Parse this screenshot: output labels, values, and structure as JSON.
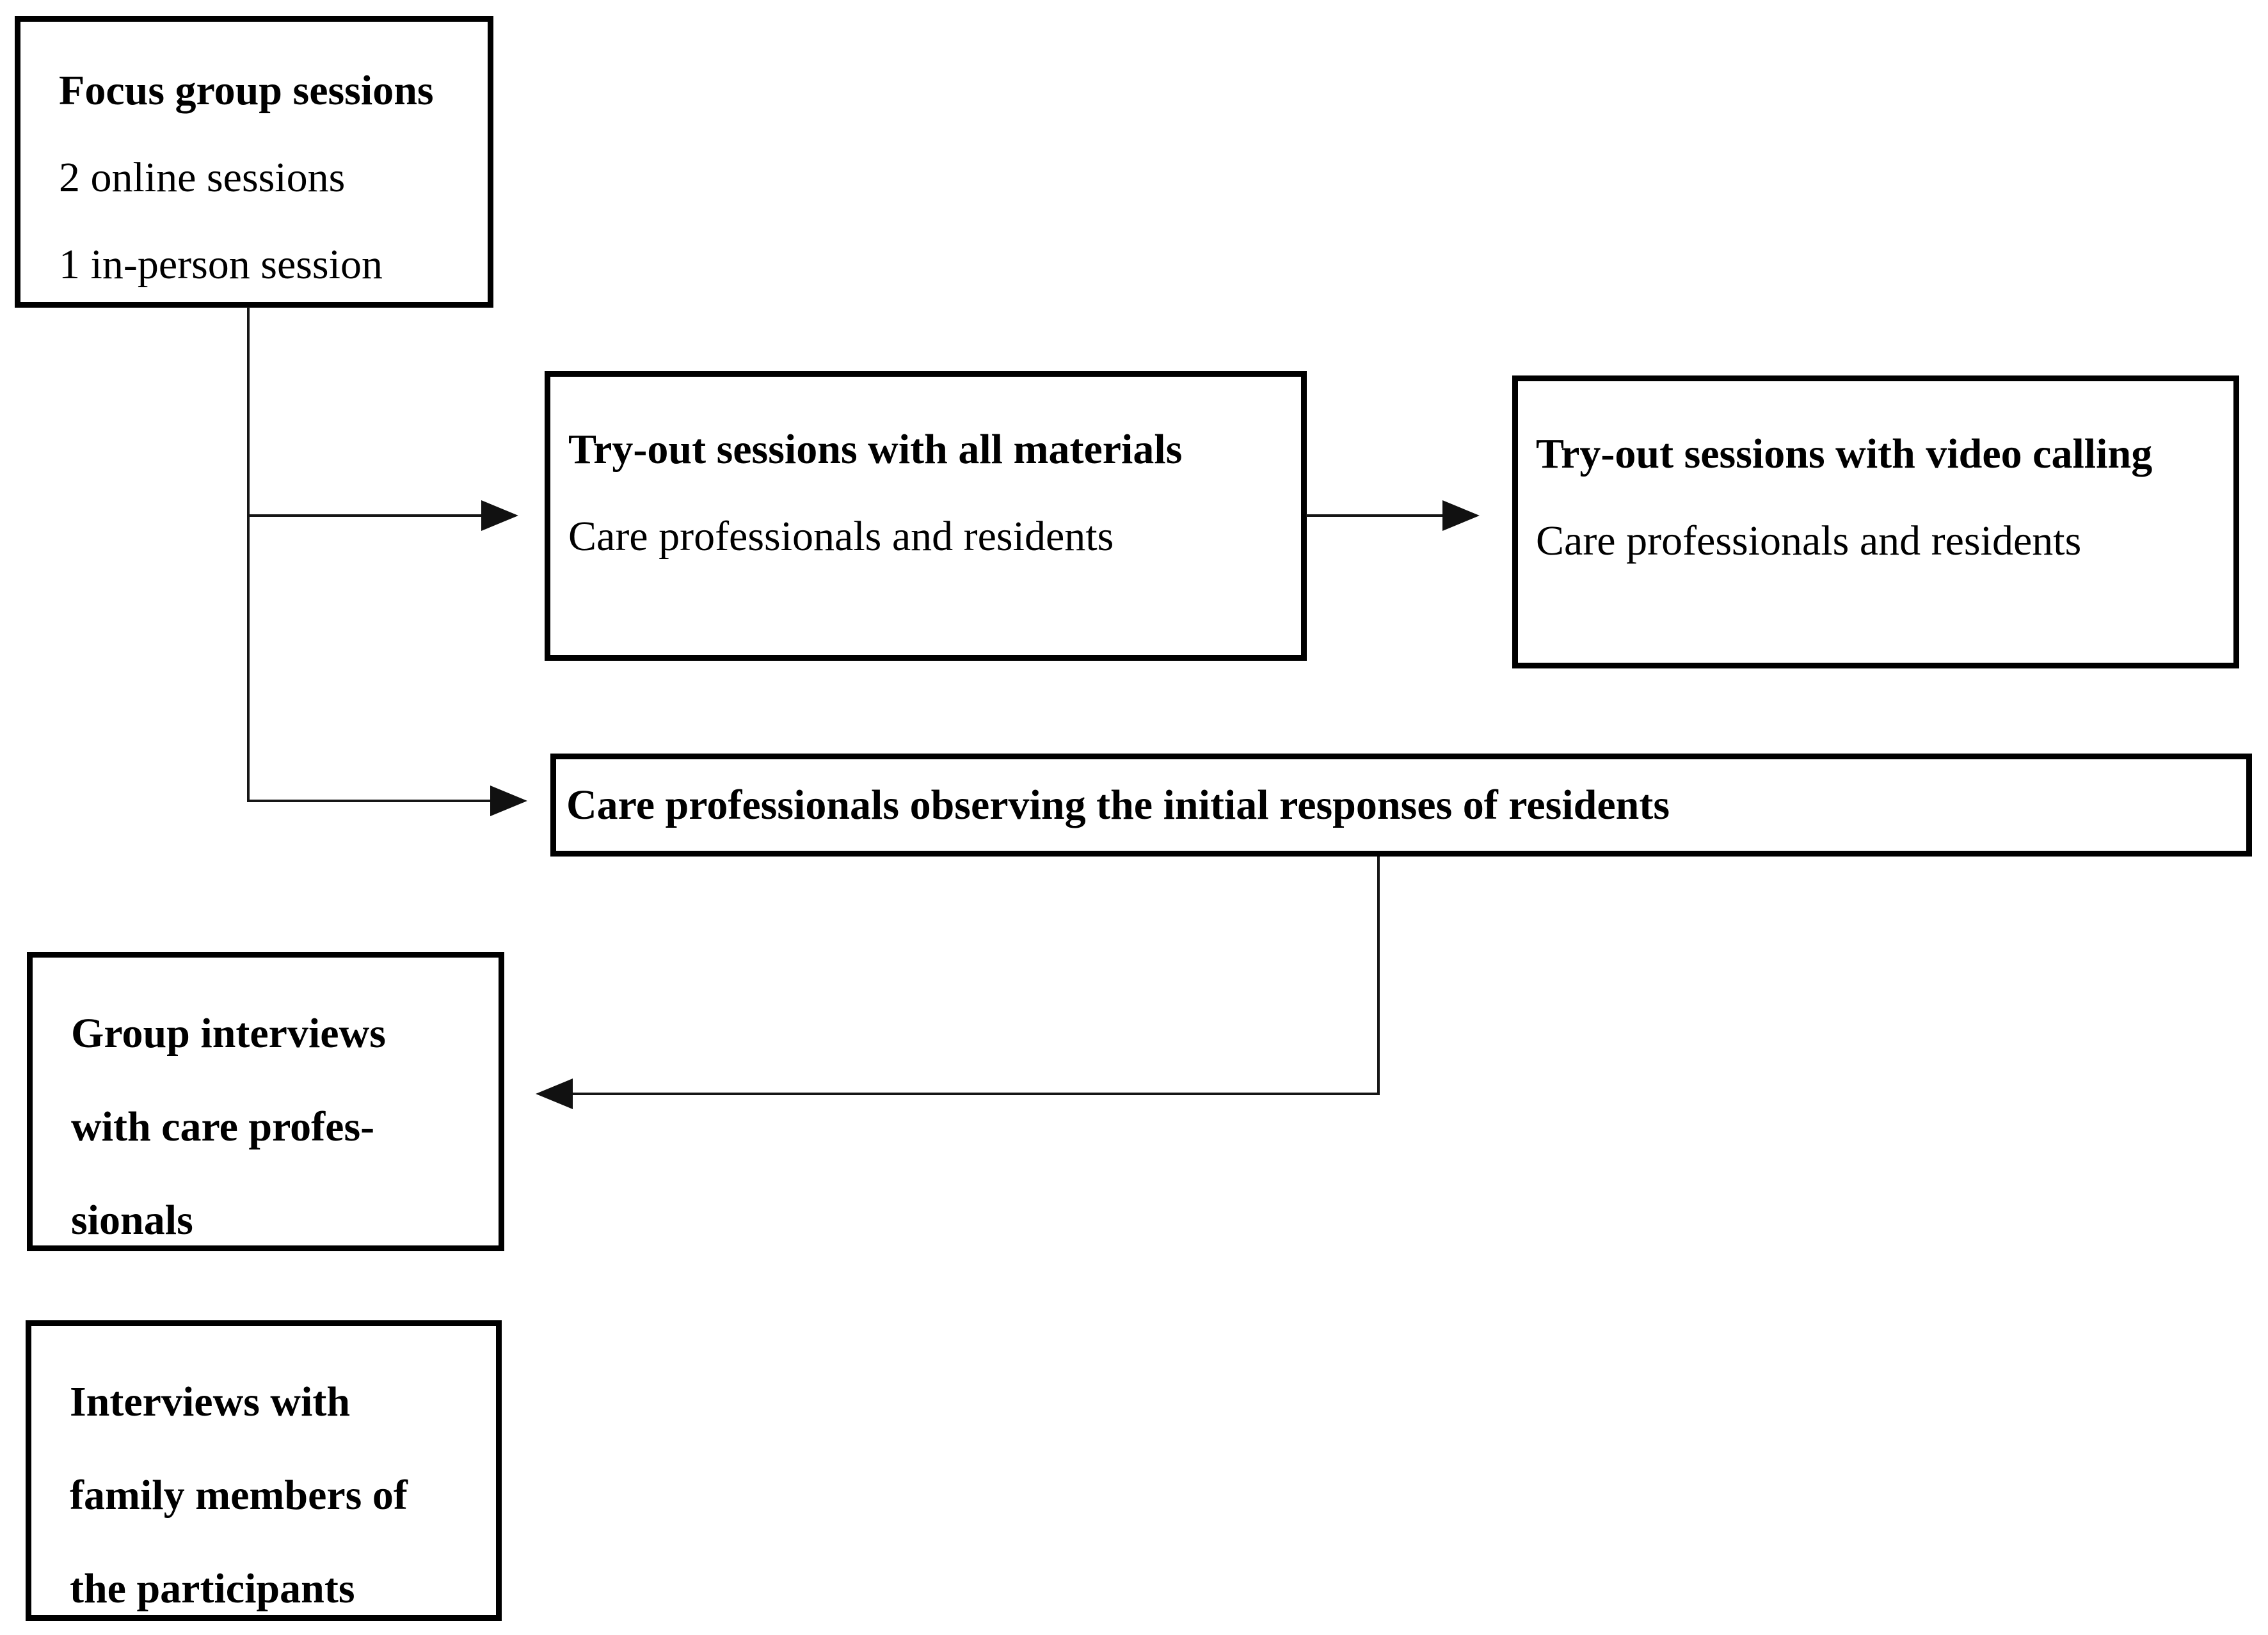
{
  "figure": {
    "background_color": "#ffffff",
    "stroke_color": "#111111",
    "boxes": {
      "focus_group": {
        "line1": "Focus group sessions",
        "line2": "2 online sessions",
        "line3": "1 in-person session"
      },
      "tryout_materials": {
        "title": "Try-out sessions with all materials",
        "subtitle": "Care professionals and residents"
      },
      "tryout_video": {
        "title": "Try-out sessions with video calling",
        "subtitle": "Care professionals and residents"
      },
      "observing": {
        "title": "Care professionals observing the initial responses of residents"
      },
      "group_interviews": {
        "line1": "Group interviews",
        "line2": "with care profes-",
        "line3": "sionals"
      },
      "family_interviews": {
        "line1": "Interviews with",
        "line2": "family members of",
        "line3": "the participants"
      }
    }
  }
}
